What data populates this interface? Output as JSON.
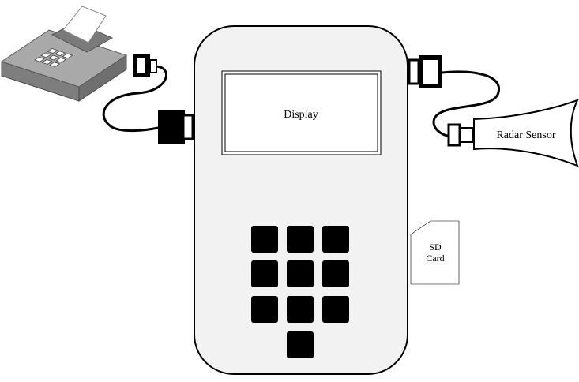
{
  "device": {
    "display_label": "Display",
    "keypad_keys": 10
  },
  "radar_sensor": {
    "label": "Radar Sensor"
  },
  "sd_card": {
    "line1": "SD",
    "line2": "Card"
  },
  "fax_machine": {
    "icon": "fax-machine-icon",
    "keypad_keys": 9
  },
  "colors": {
    "device_fill": "#f2f2f2",
    "outline": "#000000",
    "key_fill": "#000000",
    "fax_body": "#8a8a8a",
    "fax_top": "#b5b5b5"
  }
}
